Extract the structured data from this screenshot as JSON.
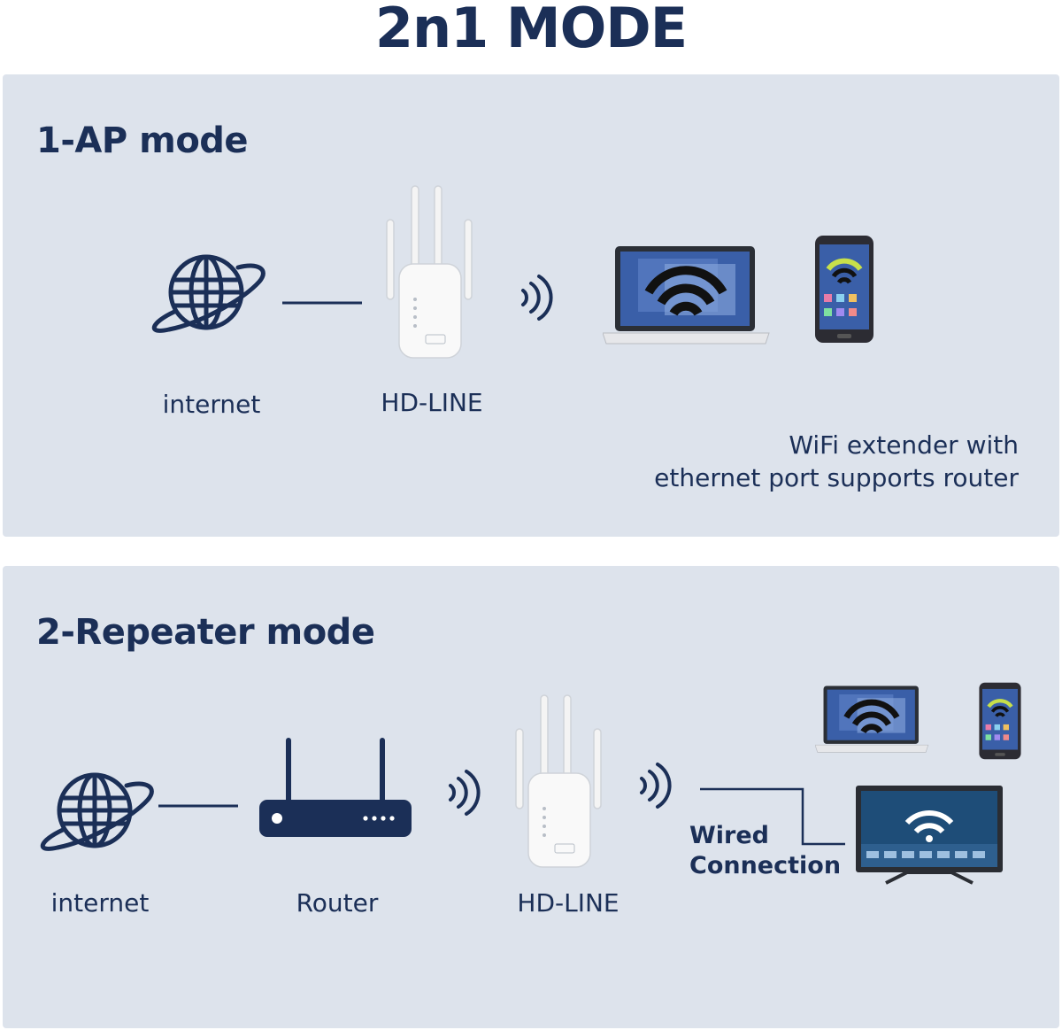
{
  "title": "2n1 MODE",
  "ap_mode": {
    "heading": "1-AP mode",
    "internet_label": "internet",
    "device_label": "HD-LINE",
    "caption_line1": "WiFi extender with",
    "caption_line2": "ethernet port supports router"
  },
  "repeater_mode": {
    "heading": "2-Repeater mode",
    "internet_label": "internet",
    "router_label": "Router",
    "device_label": "HD-LINE",
    "wired_line1": "Wired",
    "wired_line2": "Connection"
  },
  "colors": {
    "navy": "#1b2f57",
    "panel": "#dde3ec",
    "device_white": "#f7f7f7",
    "screen_blue": "#3a5fa8"
  }
}
